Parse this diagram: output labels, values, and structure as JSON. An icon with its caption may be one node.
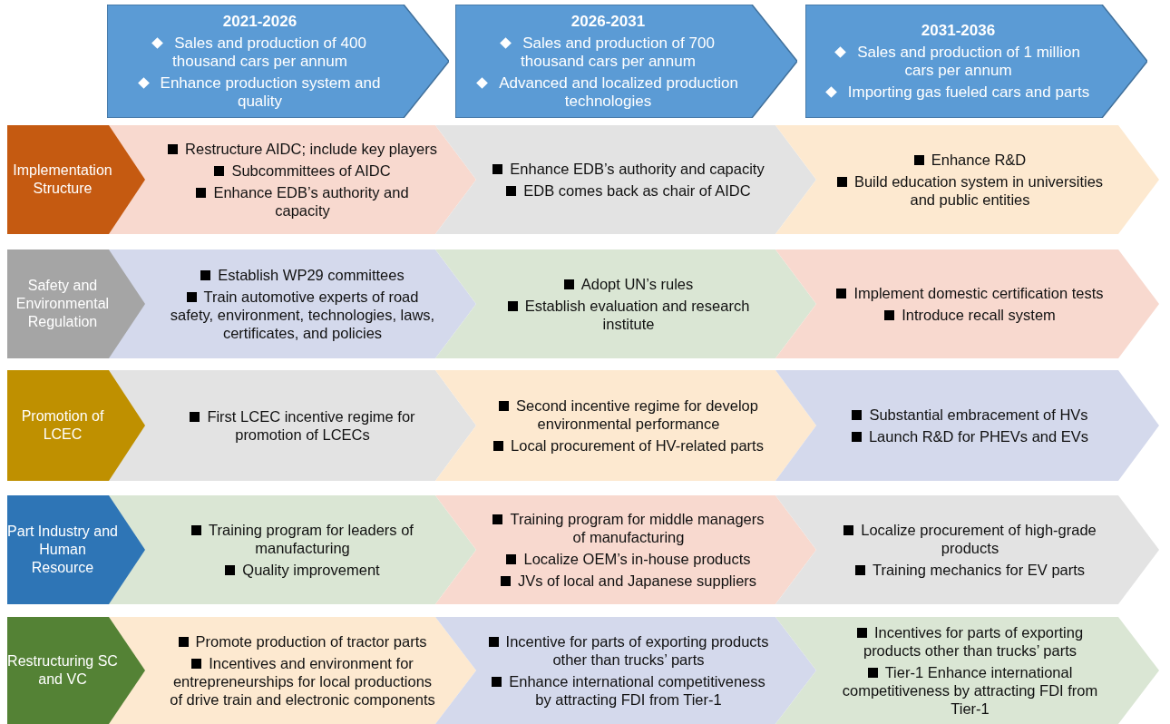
{
  "diagram": {
    "nodes": [
      {
        "text": [
          "2021-2026",
          "Sales and production of 400 thousand cars per annum",
          "Enhance production system and quality"
        ]
      },
      {
        "text": [
          "2026-2031",
          "Sales and production of 700 thousand cars per annum",
          "Advanced and localized production technologies"
        ]
      },
      {
        "text": [
          "2031-2036",
          "Sales and production of 1 million cars per annum",
          "Importing gas fueled cars and parts"
        ]
      },
      {
        "text": [
          "Implementation Structure"
        ]
      },
      {
        "text": [
          "Restructure AIDC; include key players",
          "Subcommittees of AIDC",
          "Enhance EDB’s authority and capacity"
        ]
      },
      {
        "text": [
          "Enhance EDB’s authority and capacity",
          "EDB comes back as chair of AIDC"
        ]
      },
      {
        "text": [
          "Enhance R&D",
          "Build education system in universities and public entities"
        ]
      },
      {
        "text": [
          "Safety and Environmental Regulation"
        ]
      },
      {
        "text": [
          "Establish WP29 committees",
          "Train automotive experts of road safety, environment, technologies, laws, certificates, and policies"
        ]
      },
      {
        "text": [
          "Adopt UN’s rules",
          "Establish evaluation and research institute"
        ]
      },
      {
        "text": [
          "Implement domestic certification tests",
          "Introduce recall system"
        ]
      },
      {
        "text": [
          "Promotion of LCEC"
        ]
      },
      {
        "text": [
          "First LCEC incentive regime for promotion of LCECs"
        ]
      },
      {
        "text": [
          "Second incentive regime for develop environmental performance",
          "Local procurement of HV-related parts"
        ]
      },
      {
        "text": [
          "Substantial embracement of HVs",
          "Launch R&D for PHEVs and EVs"
        ]
      },
      {
        "text": [
          "Part Industry and Human Resource"
        ]
      },
      {
        "text": [
          "Training program for leaders of manufacturing",
          "Quality improvement"
        ]
      },
      {
        "text": [
          "Training program for middle managers of manufacturing",
          "Localize OEM’s in-house products",
          "JVs of local and Japanese suppliers"
        ]
      },
      {
        "text": [
          "Localize procurement of high-grade products",
          "Training mechanics for EV parts"
        ]
      },
      {
        "text": [
          "Restructuring SC and VC"
        ]
      },
      {
        "text": [
          "Promote production of tractor parts",
          "Incentives and environment for entrepreneurships for local productions of drive train and electronic components"
        ]
      },
      {
        "text": [
          "Incentive for parts of exporting products other than trucks’ parts",
          "Enhance international competitiveness by attracting FDI from Tier-1"
        ]
      },
      {
        "text": [
          "Incentives for parts of exporting products other than trucks’ parts",
          "Tier-1 Enhance international competitiveness by attracting FDI from Tier-1"
        ]
      }
    ]
  }
}
